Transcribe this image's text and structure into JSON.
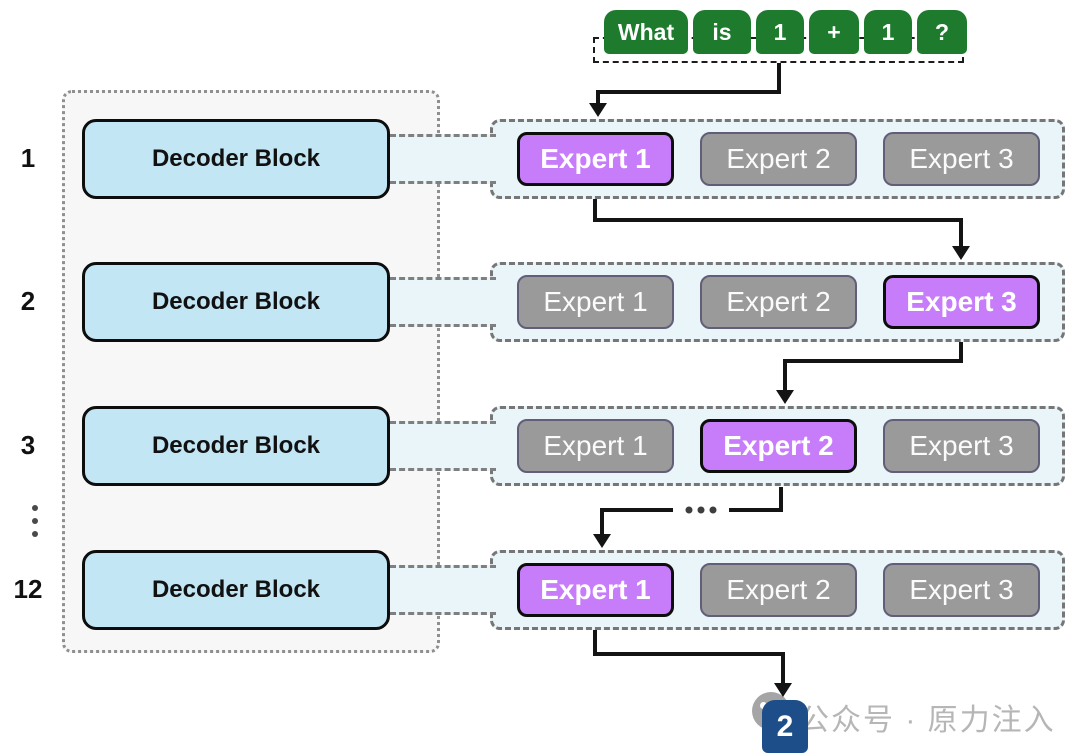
{
  "input": {
    "tokens": [
      "What",
      "is",
      "1",
      "+",
      "1",
      "?"
    ]
  },
  "output": {
    "token": "2"
  },
  "layers": [
    {
      "index": "1",
      "decoder_label": "Decoder Block",
      "experts": [
        {
          "label": "Expert 1",
          "active": true
        },
        {
          "label": "Expert 2",
          "active": false
        },
        {
          "label": "Expert 3",
          "active": false
        }
      ]
    },
    {
      "index": "2",
      "decoder_label": "Decoder Block",
      "experts": [
        {
          "label": "Expert 1",
          "active": false
        },
        {
          "label": "Expert 2",
          "active": false
        },
        {
          "label": "Expert 3",
          "active": true
        }
      ]
    },
    {
      "index": "3",
      "decoder_label": "Decoder Block",
      "experts": [
        {
          "label": "Expert 1",
          "active": false
        },
        {
          "label": "Expert 2",
          "active": true
        },
        {
          "label": "Expert 3",
          "active": false
        }
      ]
    },
    {
      "index": "12",
      "decoder_label": "Decoder Block",
      "experts": [
        {
          "label": "Expert 1",
          "active": true
        },
        {
          "label": "Expert 2",
          "active": false
        },
        {
          "label": "Expert 3",
          "active": false
        }
      ]
    }
  ],
  "ellipsis": {
    "vertical": "⋮",
    "horizontal": "..."
  },
  "watermark": {
    "text": "公众号 · 原力注入"
  },
  "colors": {
    "token_green": "#1e7b2e",
    "expert_active_purple": "#c77dfa",
    "expert_inactive_gray": "#9a9a9a",
    "decoder_blue": "#c3e6f5",
    "output_blue": "#1d4e89",
    "expert_row_bg": "#e9f5f9",
    "panel_bg": "#f7f7f7"
  }
}
